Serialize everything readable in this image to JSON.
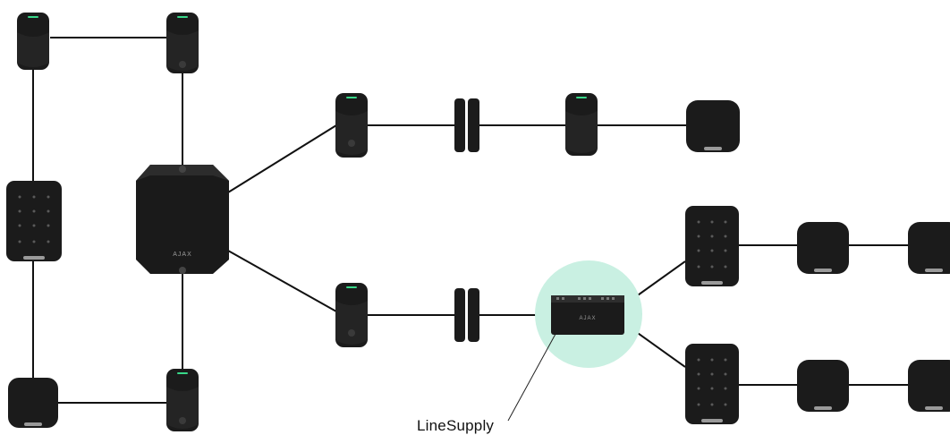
{
  "diagram": {
    "brand_mark": "AJAX",
    "callout_label": "LineSupply",
    "colors": {
      "device": "#1b1b1b",
      "wire": "#111111",
      "highlight_glow": "#c9f0e2",
      "led_green": "#39d98a"
    },
    "nodes": [
      {
        "id": "motion-cam-top-left",
        "kind": "motion-detector"
      },
      {
        "id": "motion-cam-top-mid",
        "kind": "motion-detector-camera"
      },
      {
        "id": "keypad-left",
        "kind": "keypad"
      },
      {
        "id": "siren-bottom-left",
        "kind": "siren"
      },
      {
        "id": "motion-cam-bottom-mid",
        "kind": "motion-detector-camera"
      },
      {
        "id": "hub",
        "kind": "fibra-hub"
      },
      {
        "id": "motion-cam-upper-branch",
        "kind": "motion-detector-camera"
      },
      {
        "id": "door-contact-upper",
        "kind": "door-contact"
      },
      {
        "id": "motion-upper-branch",
        "kind": "motion-detector"
      },
      {
        "id": "siren-upper-branch",
        "kind": "siren"
      },
      {
        "id": "motion-cam-lower-branch",
        "kind": "motion-detector-camera"
      },
      {
        "id": "door-contact-lower",
        "kind": "door-contact"
      },
      {
        "id": "linesupply",
        "kind": "power-supply-module"
      },
      {
        "id": "keypad-right-top",
        "kind": "keypad"
      },
      {
        "id": "siren-right-top-1",
        "kind": "siren"
      },
      {
        "id": "siren-right-top-2",
        "kind": "siren"
      },
      {
        "id": "keypad-right-bottom",
        "kind": "keypad"
      },
      {
        "id": "siren-right-bottom-1",
        "kind": "siren"
      },
      {
        "id": "siren-right-bottom-2",
        "kind": "siren"
      }
    ]
  }
}
